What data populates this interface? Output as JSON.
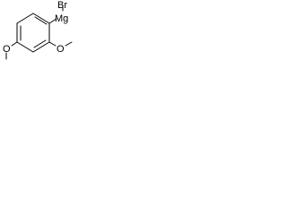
{
  "structure": {
    "atoms": {
      "bromine": "Br",
      "magnesium": "Mg",
      "oxygen_ortho": "O",
      "oxygen_para": "O"
    },
    "colors": {
      "bond": "#000000",
      "text": "#000000",
      "background": "#ffffff"
    }
  }
}
